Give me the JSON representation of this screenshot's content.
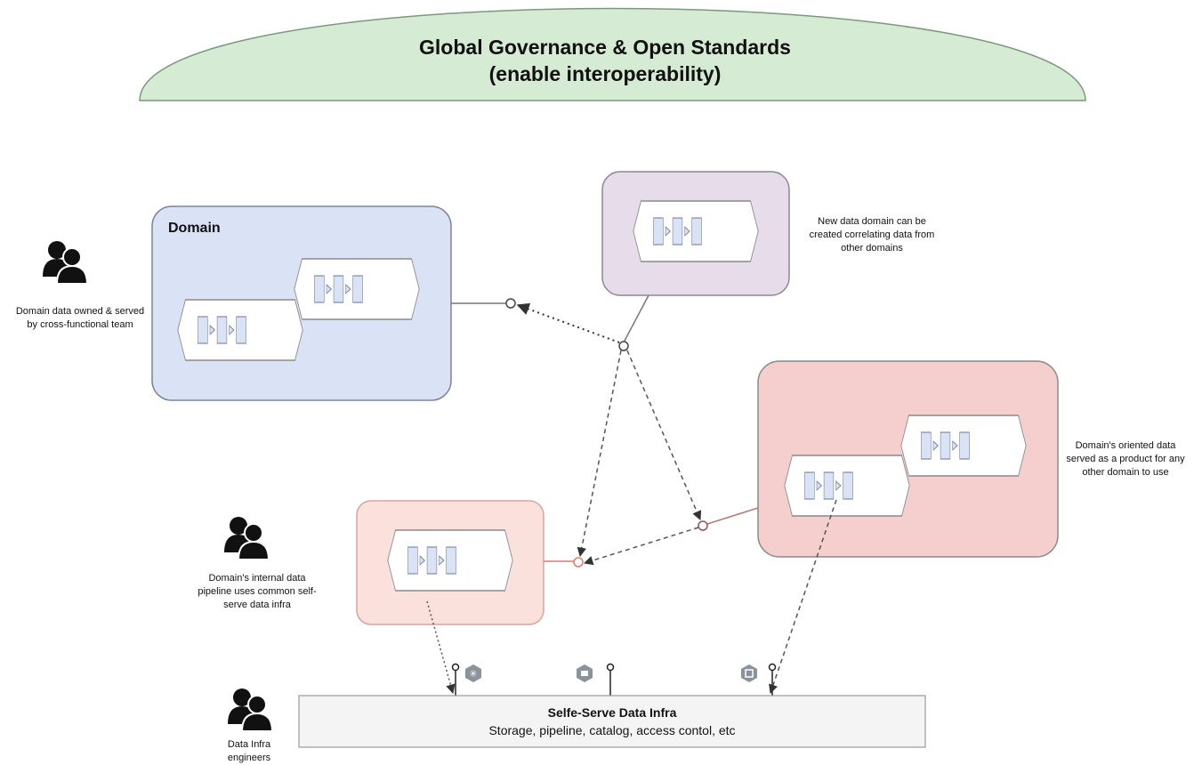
{
  "governance": {
    "title_line1": "Global Governance & Open Standards",
    "title_line2": "(enable interoperability)"
  },
  "domain_box": {
    "title": "Domain"
  },
  "notes": {
    "domain_team": [
      "Domain data owned & served",
      "by cross-functional team"
    ],
    "new_domain": [
      "New data domain can be",
      "created correlating data from",
      "other domains"
    ],
    "product": [
      "Domain's oriented data",
      "served as a product for any",
      "other domain to use"
    ],
    "pipeline": [
      "Domain's internal data",
      "pipeline uses common self-",
      "serve data infra"
    ],
    "infra_engineers": [
      "Data Infra",
      "engineers"
    ]
  },
  "infra": {
    "title": "Selfe-Serve Data Infra",
    "subtitle": "Storage, pipeline, catalog, access contol, etc"
  },
  "icons": [
    "team-icon",
    "team-icon",
    "team-icon",
    "snowflake-icon",
    "database-icon",
    "catalog-icon"
  ],
  "colors": {
    "governance": "#d5ebd3",
    "domain": "#dae3f5",
    "new_domain": "#e6dcea",
    "product": "#f5cfcd",
    "pipeline": "#fbe1dc",
    "infra": "#f4f4f4",
    "step": "#dae3f5"
  }
}
